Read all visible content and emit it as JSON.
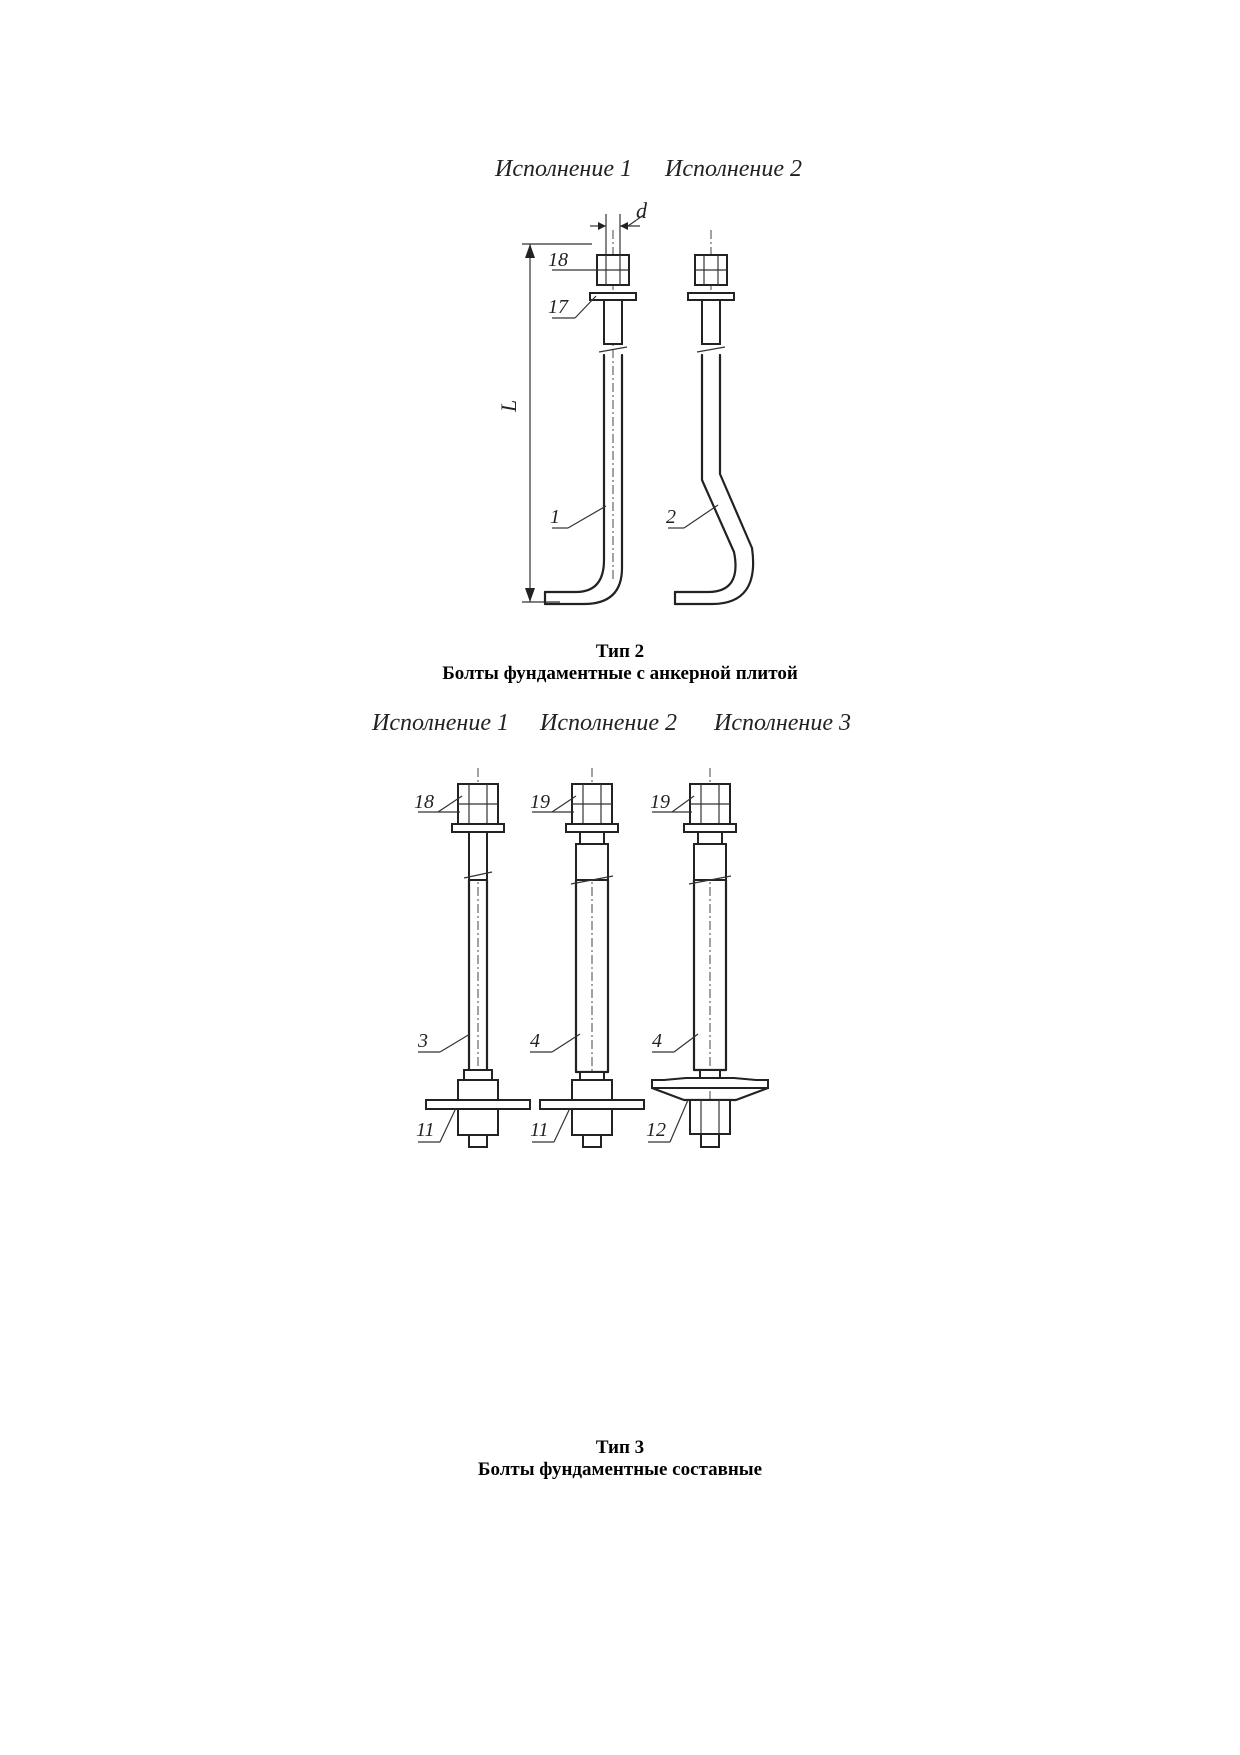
{
  "figure1": {
    "heading_left": "Исполнение 1",
    "heading_right": "Исполнение 2",
    "dim_d": "d",
    "dim_L": "L",
    "callouts": [
      "18",
      "17",
      "1",
      "2"
    ]
  },
  "caption_type2": {
    "title": "Тип 2",
    "subtitle": "Болты фундаментные с анкерной плитой"
  },
  "figure2": {
    "heading_1": "Исполнение 1",
    "heading_2": "Исполнение 2",
    "heading_3": "Исполнение 3",
    "callouts_top": [
      "18",
      "19",
      "19"
    ],
    "callouts_mid": [
      "3",
      "4",
      "4"
    ],
    "callouts_bottom": [
      "11",
      "11",
      "12"
    ]
  },
  "caption_type3": {
    "title": "Тип 3",
    "subtitle": "Болты фундаментные составные"
  }
}
